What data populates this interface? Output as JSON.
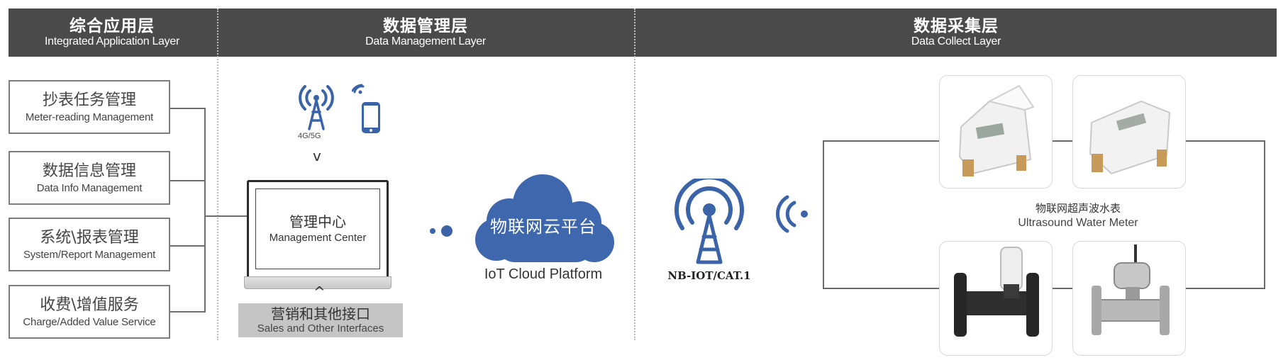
{
  "header": {
    "col1": {
      "zh": "综合应用层",
      "en": "Integrated Application Layer"
    },
    "col2": {
      "zh": "数据管理层",
      "en": "Data Management Layer"
    },
    "col3": {
      "zh": "数据采集层",
      "en": "Data Collect Layer"
    }
  },
  "application": {
    "items": [
      {
        "zh": "抄表任务管理",
        "en": "Meter-reading Management"
      },
      {
        "zh": "数据信息管理",
        "en": "Data Info Management"
      },
      {
        "zh": "系统\\报表管理",
        "en": "System/Report Management"
      },
      {
        "zh": "收费\\增值服务",
        "en": "Charge/Added Value Service"
      }
    ]
  },
  "management": {
    "network_label": "4G/5G",
    "down_arrow": "v",
    "up_arrow": "^",
    "center": {
      "zh": "管理中心",
      "en": "Management Center"
    },
    "interfaces": {
      "zh": "营销和其他接口",
      "en": "Sales and Other Interfaces"
    },
    "cloud": {
      "zh": "物联网云平台",
      "en": "IoT Cloud Platform"
    }
  },
  "collection": {
    "network_label": "NB-IOT/CAT.1",
    "meter": {
      "zh": "物联网超声波水表",
      "en": "Ultrasound Water Meter"
    }
  },
  "colors": {
    "header_bg": "#4a4a4a",
    "accent_blue": "#3a63a8",
    "cloud_blue": "#3e67ae",
    "line_gray": "#6e6e6e"
  },
  "icons": [
    "antenna-tower-icon",
    "smartphone-icon",
    "cloud-icon",
    "signal-waves-icon",
    "water-meter-icon"
  ]
}
